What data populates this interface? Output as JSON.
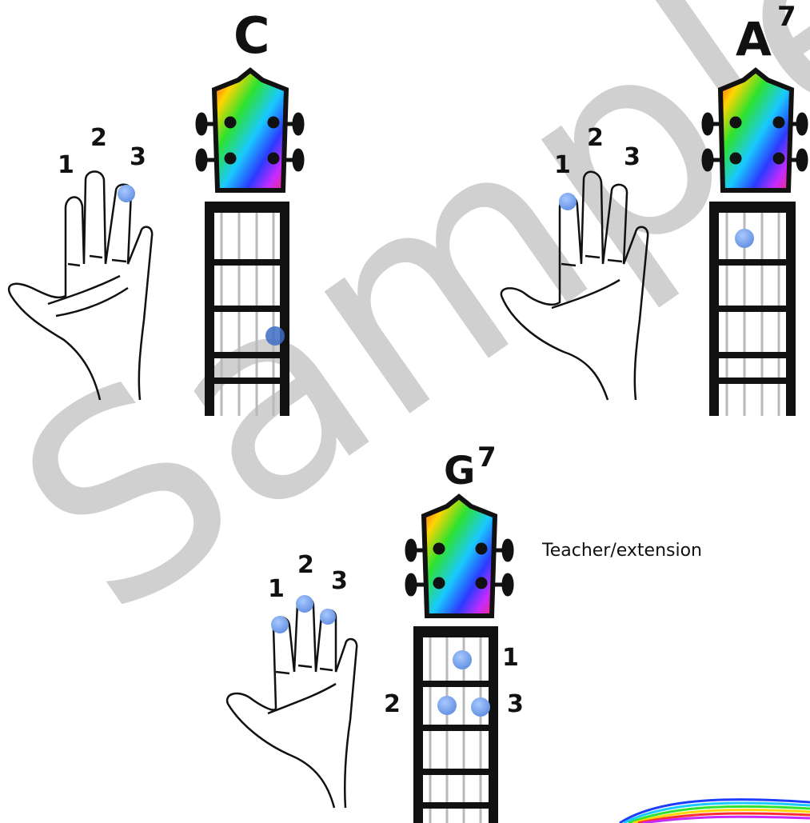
{
  "chords": [
    {
      "name": "C",
      "superscript": "",
      "finger_labels": [
        "1",
        "2",
        "3"
      ],
      "fret_labels": []
    },
    {
      "name": "A",
      "superscript": "7",
      "finger_labels": [
        "1",
        "2",
        "3"
      ],
      "fret_labels": []
    },
    {
      "name": "G",
      "superscript": "7",
      "finger_labels": [
        "1",
        "2",
        "3"
      ],
      "fret_labels": [
        "1",
        "2",
        "3"
      ]
    }
  ],
  "caption": "Teacher/extension",
  "watermark": "Sample",
  "colors": {
    "dot": "#6f9be6",
    "fretboard": "#111111",
    "string": "#b9b9b9",
    "watermark": "#cccccc"
  }
}
